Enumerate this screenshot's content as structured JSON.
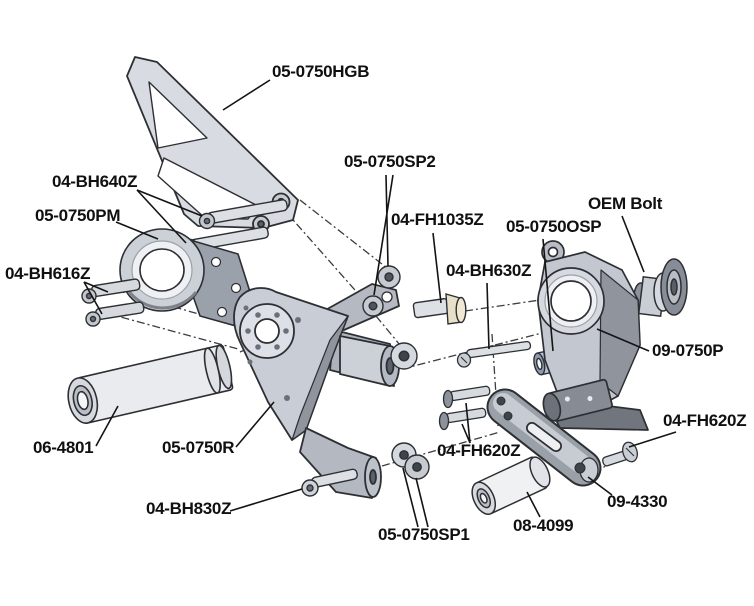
{
  "diagram": {
    "kind": "exploded-parts-diagram",
    "background": "#ffffff",
    "colors": {
      "outline": "#2d2f33",
      "label_text": "#101010",
      "part_light": "#dfe3e8",
      "part_mid": "#b9bfc7",
      "part_dark": "#8f949d",
      "brass_head": "#e8dfc8",
      "blue_spacer": "#b9c3d6"
    },
    "labels": [
      {
        "part": "05-0750HGB",
        "text": "05-0750HGB"
      },
      {
        "part": "04-BH640Z",
        "text": "04-BH640Z"
      },
      {
        "part": "05-0750PM",
        "text": "05-0750PM"
      },
      {
        "part": "04-BH616Z",
        "text": "04-BH616Z"
      },
      {
        "part": "05-0750SP2",
        "text": "05-0750SP2"
      },
      {
        "part": "04-FH1035Z",
        "text": "04-FH1035Z"
      },
      {
        "part": "04-BH630Z",
        "text": "04-BH630Z"
      },
      {
        "part": "05-0750OSP",
        "text": "05-0750OSP"
      },
      {
        "part": "OEM Bolt",
        "text": "OEM Bolt"
      },
      {
        "part": "09-0750P",
        "text": "09-0750P"
      },
      {
        "part": "04-FH620Z-right",
        "text": "04-FH620Z"
      },
      {
        "part": "06-4801",
        "text": "06-4801"
      },
      {
        "part": "05-0750R",
        "text": "05-0750R"
      },
      {
        "part": "04-BH830Z",
        "text": "04-BH830Z"
      },
      {
        "part": "04-FH620Z-left",
        "text": "04-FH620Z"
      },
      {
        "part": "05-0750SP1",
        "text": "05-0750SP1"
      },
      {
        "part": "08-4099",
        "text": "08-4099"
      },
      {
        "part": "09-4330",
        "text": "09-4330"
      }
    ]
  }
}
